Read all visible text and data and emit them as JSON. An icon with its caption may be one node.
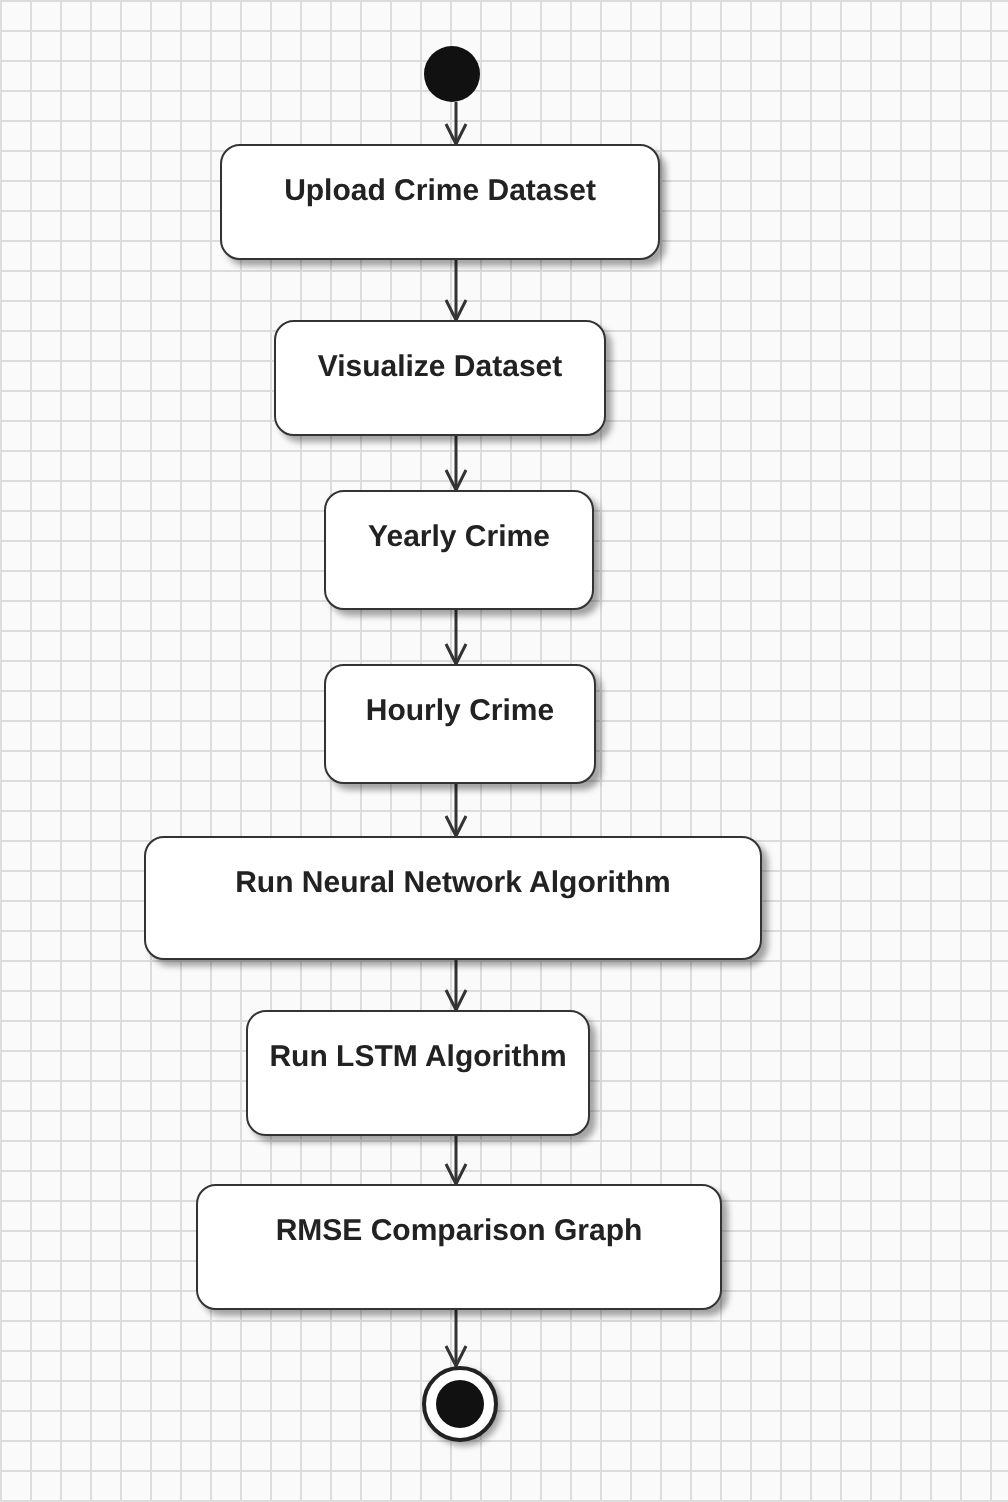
{
  "diagram": {
    "nodes": [
      {
        "text": [],
        "shape": "circle"
      },
      {
        "text": [
          "Upload Crime Dataset"
        ]
      },
      {
        "text": [
          "Visualize Dataset"
        ]
      },
      {
        "text": [
          "Yearly Crime"
        ]
      },
      {
        "text": [
          "Hourly Crime"
        ]
      },
      {
        "text": [
          "Run Neural Network Algorithm"
        ]
      },
      {
        "text": [
          "Run LSTM Algorithm"
        ]
      },
      {
        "text": [
          "RMSE Comparison Graph"
        ]
      },
      {
        "text": [],
        "shape": "bullseye"
      }
    ],
    "edges": [
      {
        "from": 0,
        "to": 1,
        "arrow": "to"
      },
      {
        "from": 1,
        "to": 2,
        "arrow": "to"
      },
      {
        "from": 2,
        "to": 3,
        "arrow": "to"
      },
      {
        "from": 3,
        "to": 4,
        "arrow": "to"
      },
      {
        "from": 4,
        "to": 5,
        "arrow": "to"
      },
      {
        "from": 5,
        "to": 6,
        "arrow": "to"
      },
      {
        "from": 6,
        "to": 7,
        "arrow": "to"
      },
      {
        "from": 7,
        "to": 8,
        "arrow": "to"
      }
    ]
  }
}
